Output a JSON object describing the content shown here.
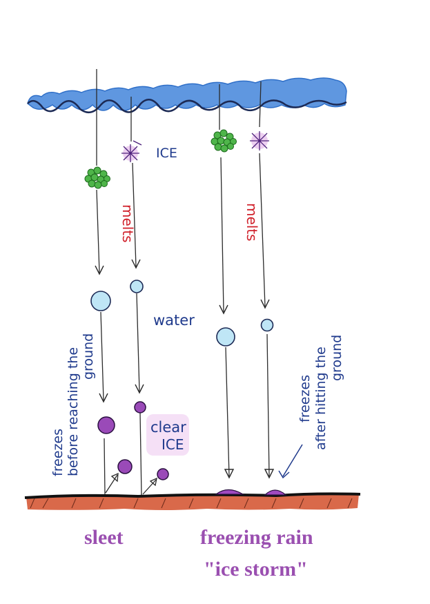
{
  "labels": {
    "ice": "ICE",
    "melts_left": "melts",
    "melts_right": "melts",
    "water": "water",
    "freezes_before_line1": "freezes",
    "freezes_before_line2": "before reaching the",
    "freezes_before_line3": "ground",
    "clear_line1": "clear",
    "clear_line2": "ICE",
    "freezes_after_line1": "freezes",
    "freezes_after_line2": "after hitting the",
    "freezes_after_line3": "ground"
  },
  "captions": {
    "sleet": "sleet",
    "freezing_rain": "freezing rain",
    "ice_storm": "\"ice storm\""
  },
  "colors": {
    "cloud": "#3f7fd6",
    "ink": "#1f3a8c",
    "fall_line": "#333333",
    "melts_text": "#d0202a",
    "snow_cluster": "#2f9a2f",
    "ice_crystal": "#6a2a9a",
    "water_drop": "#4aa8d8",
    "ice_pellet": "#7a2a9a",
    "ground": "#c0442a",
    "caption": "#9a4fb0"
  }
}
